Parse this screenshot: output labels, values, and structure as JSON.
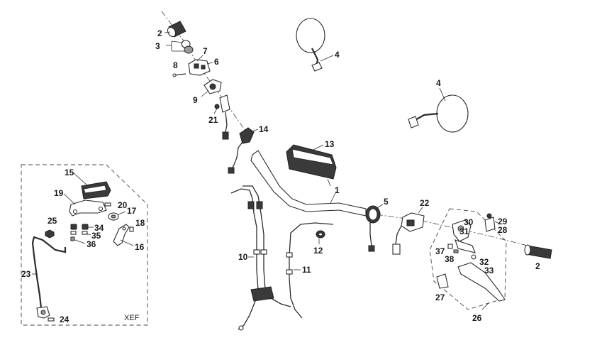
{
  "callouts": {
    "c1": "1",
    "c2a": "2",
    "c2b": "2",
    "c3": "3",
    "c4a": "4",
    "c4b": "4",
    "c5": "5",
    "c6": "6",
    "c7": "7",
    "c8": "8",
    "c9": "9",
    "c10": "10",
    "c11": "11",
    "c12": "12",
    "c13": "13",
    "c14": "14",
    "c15": "15",
    "c16": "16",
    "c17": "17",
    "c18": "18",
    "c19": "19",
    "c20": "20",
    "c21": "21",
    "c22": "22",
    "c23": "23",
    "c24": "24",
    "c25": "25",
    "c26": "26",
    "c27": "27",
    "c28": "28",
    "c29": "29",
    "c30": "30",
    "c31": "31",
    "c32": "32",
    "c33": "33",
    "c34": "34",
    "c35": "35",
    "c36": "36",
    "c37": "37",
    "c38": "38"
  },
  "inset": {
    "variant_label": "XEF"
  }
}
